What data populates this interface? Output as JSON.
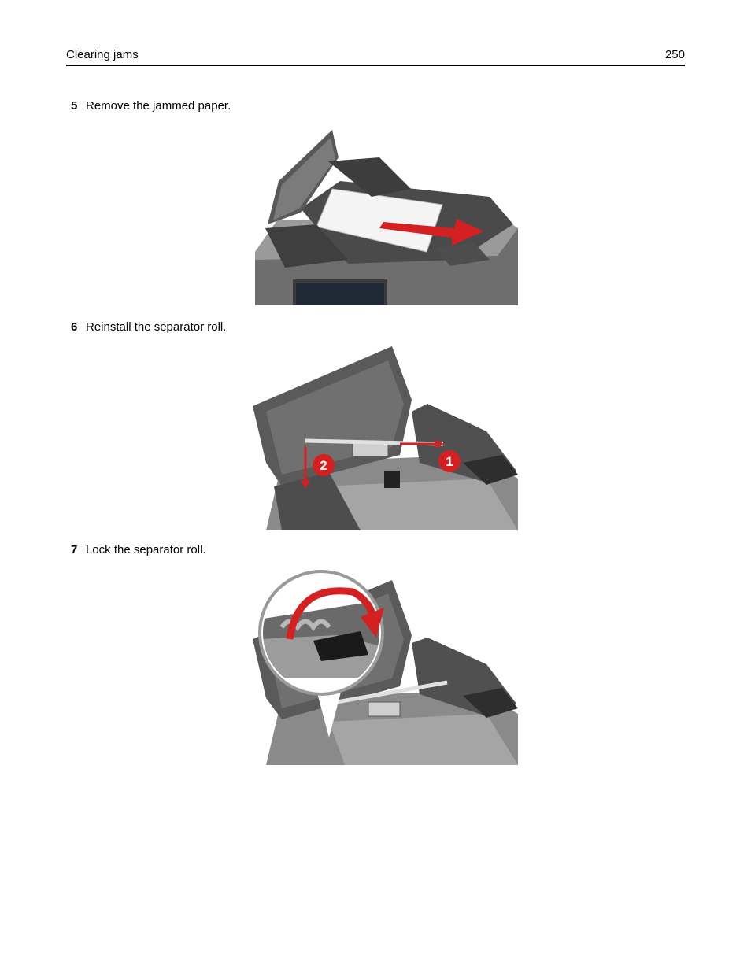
{
  "header": {
    "title": "Clearing jams",
    "page_number": "250"
  },
  "steps": [
    {
      "number": "5",
      "text": "Remove the jammed paper."
    },
    {
      "number": "6",
      "text": "Reinstall the separator roll.",
      "callouts": [
        "1",
        "2"
      ]
    },
    {
      "number": "7",
      "text": "Lock the separator roll."
    }
  ],
  "colors": {
    "arrow": "#d42020",
    "printer_dark": "#555555",
    "printer_light": "#8a8a8a"
  }
}
